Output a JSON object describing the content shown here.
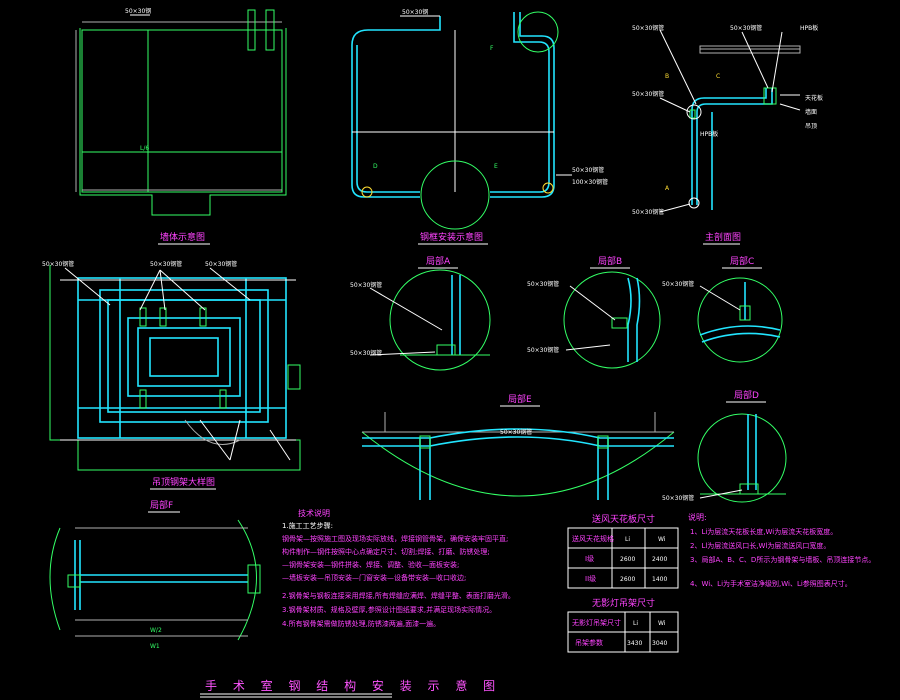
{
  "drawing_title": "手 术 室 钢 结 构 安 装 示 意 图",
  "views": {
    "wall_keel": {
      "title": "墙体示意图",
      "label_top": "50×30钢"
    },
    "steel_keel": {
      "title": "钢框安装示意图",
      "label_e": "E",
      "label_d": "D",
      "label_f": "F",
      "label_side": "50×30钢管",
      "label_side2": "100×30钢管"
    },
    "section": {
      "title": "主剖面图",
      "labels": [
        "50×30钢管",
        "50×30钢管",
        "HPB板",
        "50×30钢管",
        "B",
        "C",
        "HPB板",
        "A",
        "天花板",
        "墙面",
        "吊顶"
      ]
    },
    "ceiling": {
      "title": "吊顶钢架大样图",
      "labels": [
        "50×30钢管",
        "50×30钢管",
        "50×30钢管"
      ]
    },
    "detail_a": {
      "title": "局部A",
      "labels": [
        "50×30钢管",
        "50×30钢管"
      ]
    },
    "detail_b": {
      "title": "局部B",
      "labels": [
        "50×30钢管",
        "50×30钢管"
      ]
    },
    "detail_c": {
      "title": "局部C",
      "labels": [
        "50×30钢管"
      ]
    },
    "detail_e": {
      "title": "局部E",
      "label": "50×30钢管"
    },
    "detail_d": {
      "title": "局部D",
      "label": "50×30钢管"
    },
    "detail_f": {
      "title": "局部F"
    }
  },
  "notes": {
    "title": "技术说明",
    "lines": [
      "1.施工工艺步骤:",
      "    钢骨架—按照施工图及现场实际放线，焊接钢管骨架，确保安装牢固平直;",
      "构件制作—钢件按照中心点确定尺寸、切割;焊接、打磨、防锈处理;",
      "—钢骨架安装—钢件拼装、焊接、调整、验收—面板安装;",
      "—墙板安装—吊顶安装—门窗安装—设备带安装—收口收边;",
      "2.钢骨架与钢板连接采用焊接,所有焊缝应满焊、焊缝平整、表面打磨光滑。",
      "3.钢骨架材质、规格及壁厚,参照设计图纸要求,并满足现场实际情况。",
      "4.所有钢骨架需做防锈处理,防锈漆两遍,面漆一遍。"
    ]
  },
  "table1": {
    "title": "送风天花板尺寸",
    "header": [
      "送风天花规格",
      "Li",
      "Wi"
    ],
    "rows": [
      [
        "I级",
        "2600",
        "2400"
      ],
      [
        "II级",
        "2600",
        "1400"
      ]
    ]
  },
  "table2": {
    "title": "无影灯吊架尺寸",
    "header": [
      "无影灯吊架尺寸",
      "Li",
      "Wi"
    ],
    "rows": [
      [
        "吊架参数",
        "3430",
        "3040"
      ]
    ]
  },
  "legend": {
    "title": "说明:",
    "lines": [
      "1、Li为层流天花板长度,Wi为层流天花板宽度。",
      "2、Ll为层流送风口长,Wl为层流送风口宽度。",
      "3、局部A、B、C、D所示为钢骨架与墙板、吊顶连接节点。",
      "4、Wi、Li为手术室洁净级别,Wi、Li参照图表尺寸。"
    ]
  }
}
